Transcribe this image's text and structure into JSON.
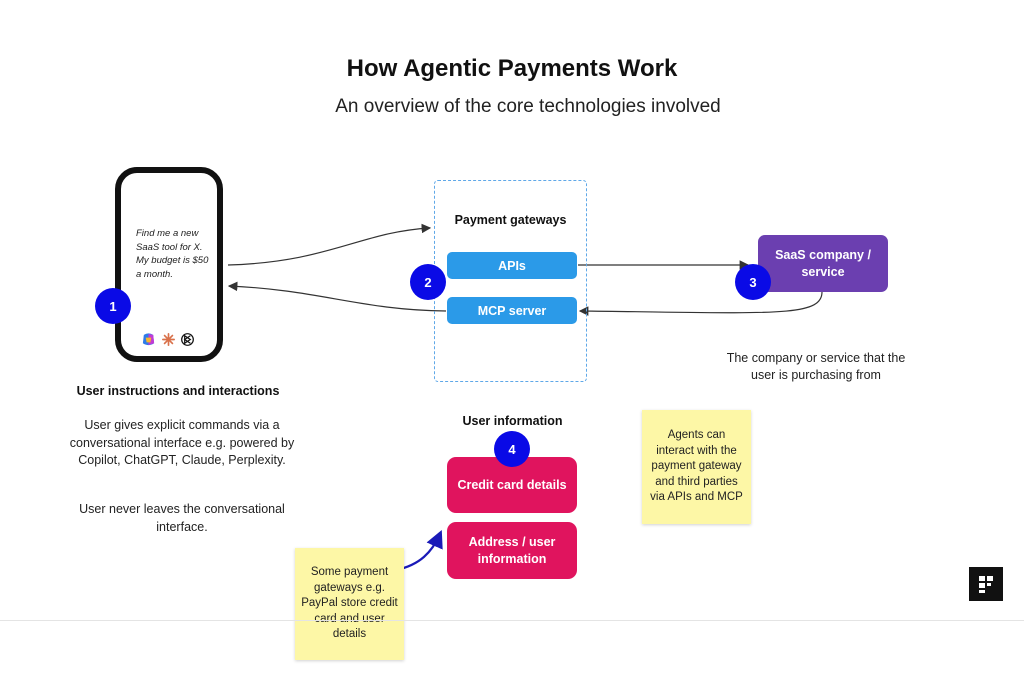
{
  "header": {
    "title": "How Agentic Payments Work",
    "subtitle": "An overview of the core technologies involved"
  },
  "phone": {
    "prompt": "Find me a new SaaS tool for X. My budget is $50 a month.",
    "logos": [
      "copilot-icon",
      "claude-icon",
      "chatgpt-icon"
    ]
  },
  "badges": {
    "b1": "1",
    "b2": "2",
    "b3": "3",
    "b4": "4"
  },
  "gateway": {
    "title": "Payment gateways",
    "apis_label": "APIs",
    "mcp_label": "MCP server"
  },
  "saas": {
    "label": "SaaS company / service",
    "caption": "The company or service that the user is purchasing from"
  },
  "user_section": {
    "heading": "User instructions and interactions",
    "description": "User gives explicit commands via a conversational interface e.g. powered by Copilot, ChatGPT, Claude, Perplexity.",
    "description2": "User never leaves the conversational interface."
  },
  "user_info": {
    "title": "User information",
    "credit_card": "Credit card details",
    "address": "Address / user information"
  },
  "notes": {
    "agents": "Agents can interact with the payment gateway and third parties via APIs and MCP",
    "paypal": "Some payment gateways e.g. PayPal store credit card and user details"
  },
  "colors": {
    "badge": "#0a0ae6",
    "gateway_button": "#2b9ae8",
    "saas_box": "#6b3fb0",
    "user_info_button": "#e0145e",
    "sticky_note": "#fdf7a6",
    "dashed_border": "#5fa8e8"
  }
}
